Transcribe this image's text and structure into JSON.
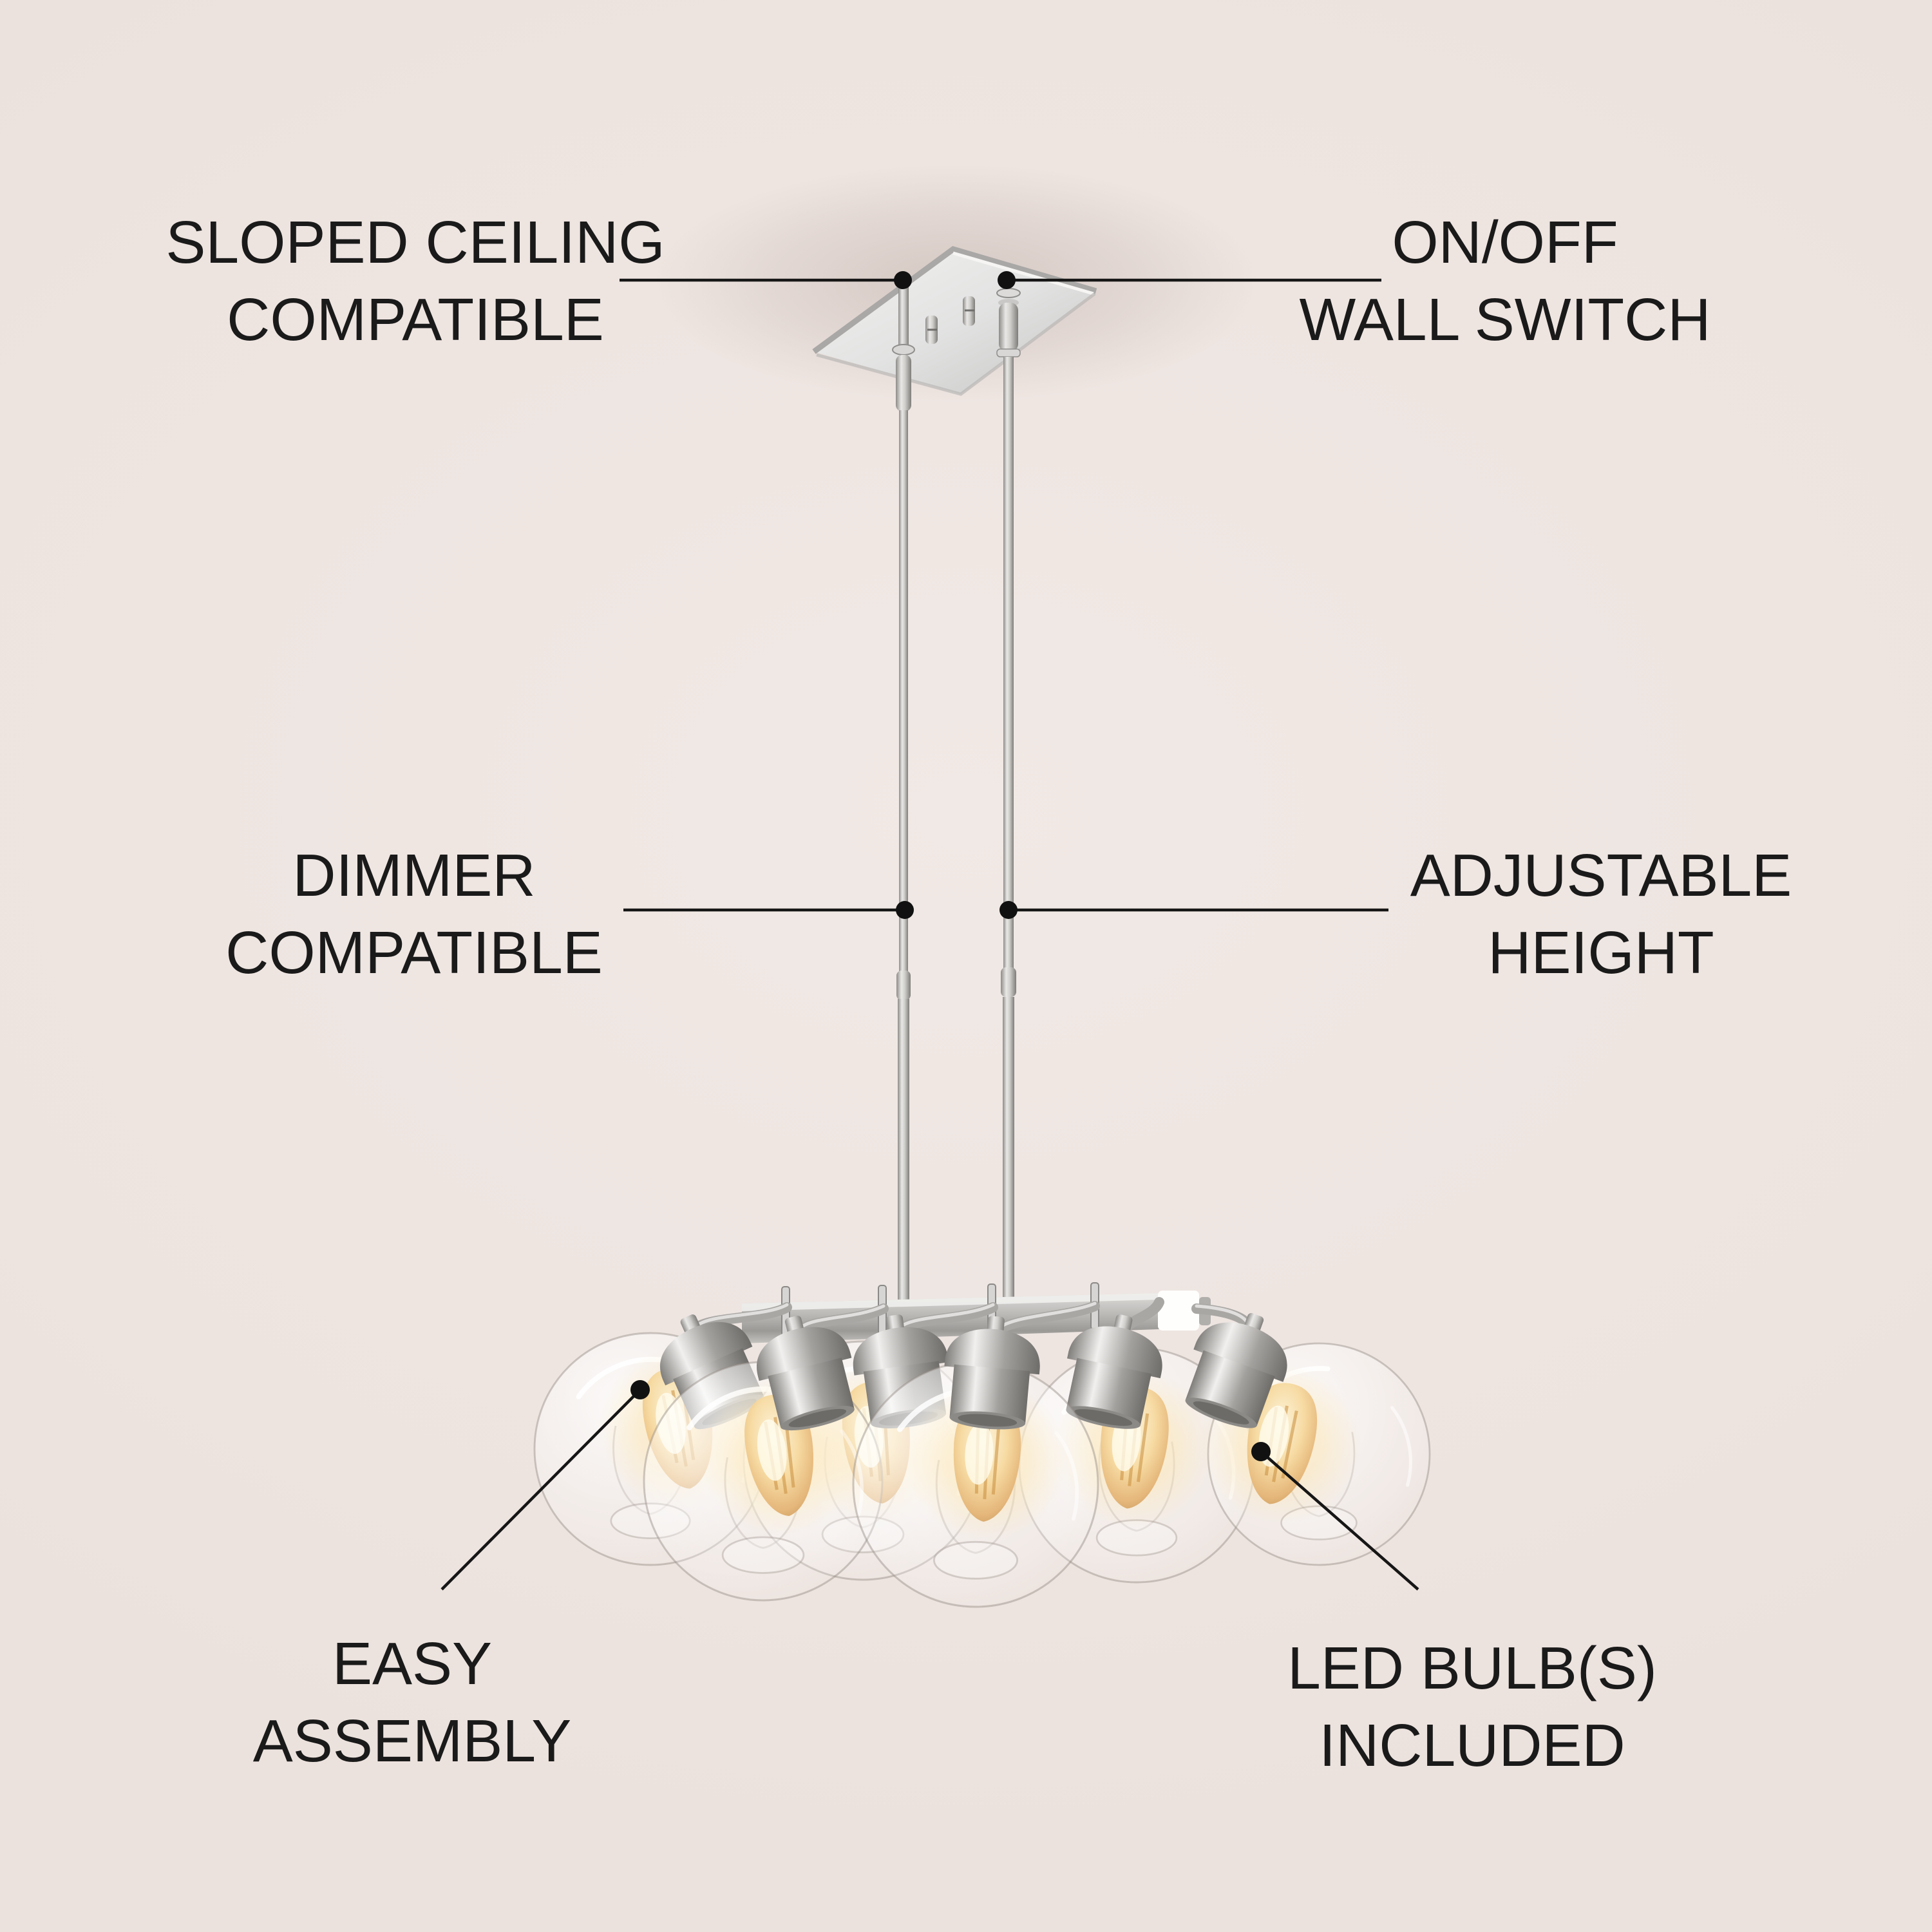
{
  "scene": {
    "description": "Six-light clear glass globe chandelier in brushed nickel, hung from a rectangular ceiling canopy by two adjustable downrods, with lit LED filament bulbs",
    "finish": "brushed nickel",
    "light_count": 6
  },
  "colors": {
    "background": "#eee5e1",
    "label_text": "#1a1a1a",
    "callout_line": "#161616",
    "metal_mid": "#b7b5b3",
    "metal_light": "#efeeec",
    "metal_dark": "#85837f",
    "white_connector": "#fdfdfb",
    "glass_tint": "rgba(255,255,255,0.45)",
    "bulb_core": "#fdf4dc",
    "bulb_glow": "#f2cd8d",
    "filament": "#c98f3f"
  },
  "callouts": {
    "sloped_ceiling": {
      "line1": "SLOPED CEILING",
      "line2": "COMPATIBLE"
    },
    "on_off_wall_switch": {
      "line1": "ON/OFF",
      "line2": "WALL SWITCH"
    },
    "dimmer": {
      "line1": "DIMMER",
      "line2": "COMPATIBLE"
    },
    "adjustable_height": {
      "line1": "ADJUSTABLE",
      "line2": "HEIGHT"
    },
    "easy_assembly": {
      "line1": "EASY",
      "line2": "ASSEMBLY"
    },
    "led_bulbs": {
      "line1": "LED BULB(S)",
      "line2": "INCLUDED"
    }
  }
}
